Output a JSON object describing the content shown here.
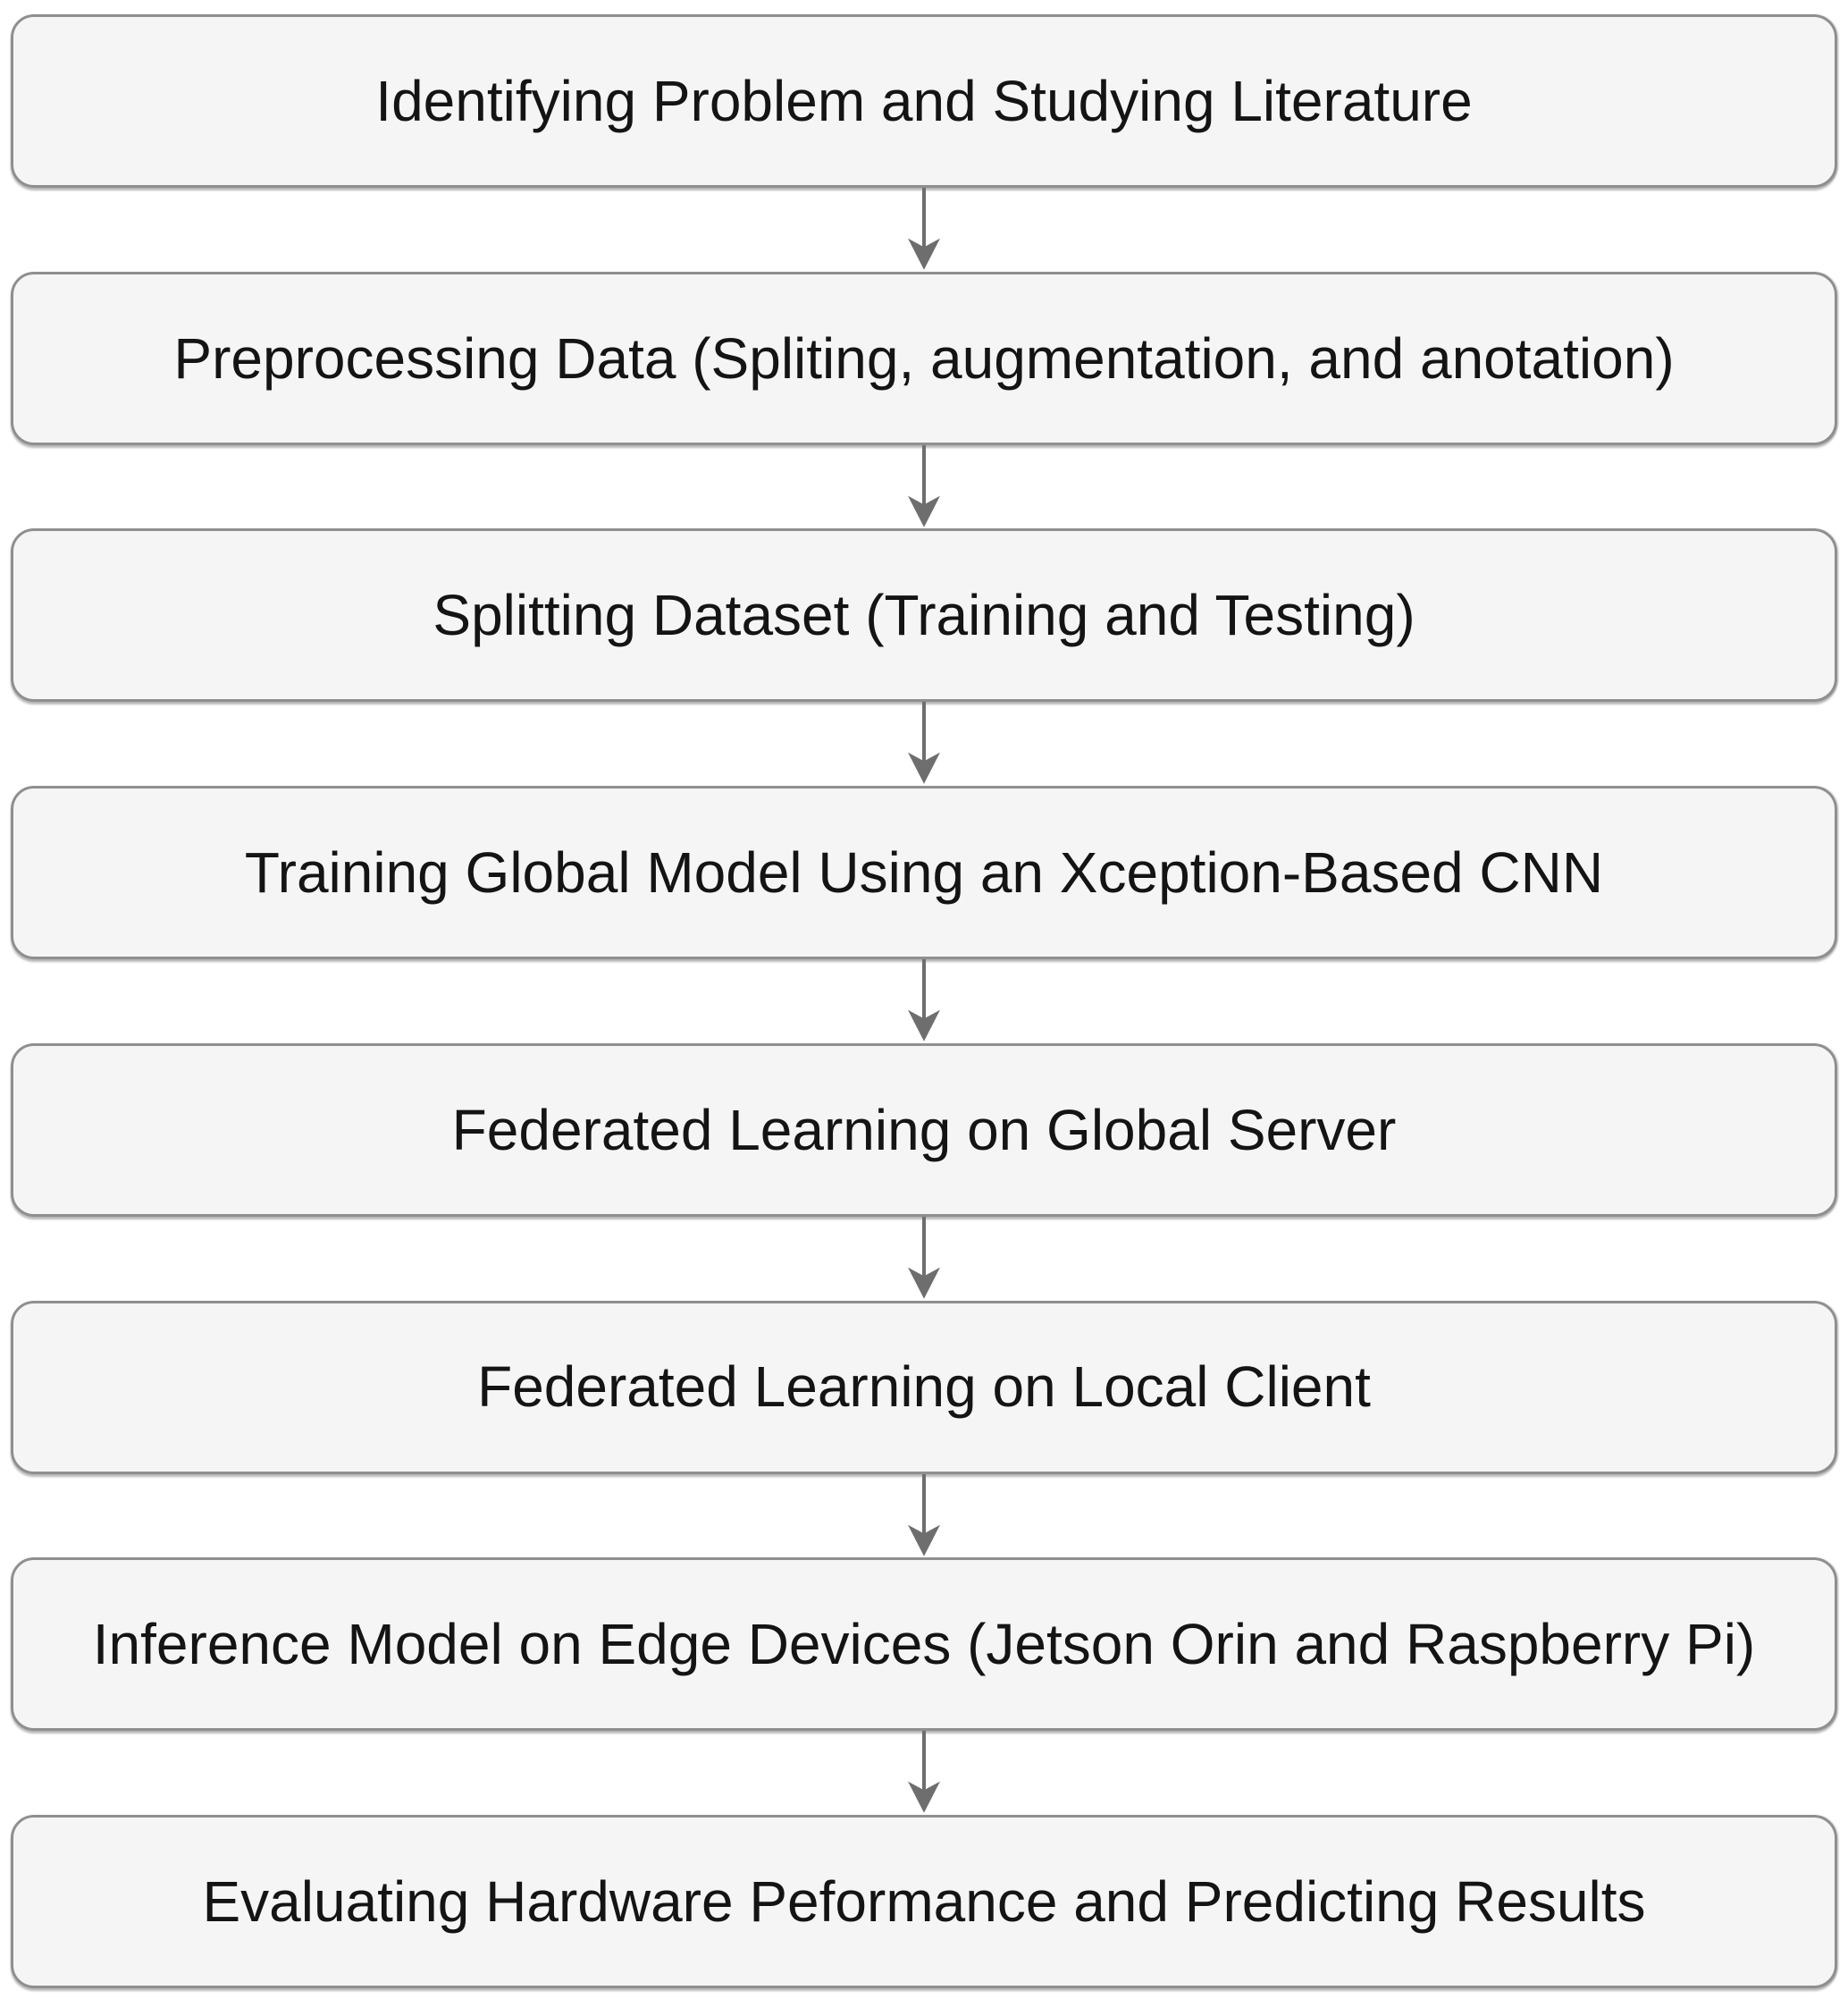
{
  "flowchart": {
    "type": "vertical-process-flow",
    "direction": "top-to-bottom",
    "steps": [
      {
        "label": "Identifying Problem and Studying Literature"
      },
      {
        "label": "Preprocessing Data (Spliting, augmentation, and anotation)"
      },
      {
        "label": "Splitting Dataset (Training and Testing)"
      },
      {
        "label": "Training Global Model Using an Xception-Based CNN"
      },
      {
        "label": "Federated Learning on Global Server"
      },
      {
        "label": "Federated Learning on Local Client"
      },
      {
        "label": "Inference Model on Edge Devices (Jetson Orin and Raspberry Pi)"
      },
      {
        "label": "Evaluating Hardware Peformance and Predicting Results"
      }
    ],
    "colors": {
      "box_fill": "#f5f5f5",
      "box_border": "#8f8f8f",
      "arrow": "#6e6e6e",
      "text": "#141414",
      "background": "#ffffff"
    }
  }
}
